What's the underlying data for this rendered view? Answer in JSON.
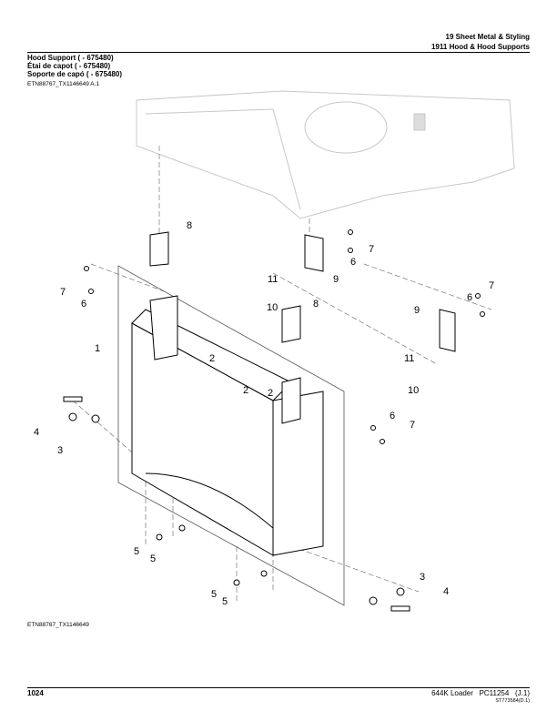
{
  "header": {
    "section": "19 Sheet Metal & Styling",
    "group": "1911 Hood & Hood Supports"
  },
  "title": {
    "en": "Hood Support ( - 675480)",
    "fr": "Étai de capot ( - 675480)",
    "es": "Soporte de capó ( - 675480)"
  },
  "figure_ref_top": "ETN88767_TX1146649 A.1",
  "figure_ref_bottom": "ETN88767_TX1146649",
  "callouts": [
    "8",
    "7",
    "6",
    "9",
    "7",
    "6",
    "11",
    "10",
    "8",
    "9",
    "7",
    "6",
    "1",
    "2",
    "11",
    "10",
    "2",
    "2",
    "6",
    "7",
    "4",
    "3",
    "5",
    "5",
    "5",
    "5",
    "3",
    "4"
  ],
  "footer": {
    "page": "1024",
    "model": "644K Loader",
    "catalog": "PC11254",
    "revision": "(J.1)",
    "doc_code": "ST773584(D.1)"
  }
}
